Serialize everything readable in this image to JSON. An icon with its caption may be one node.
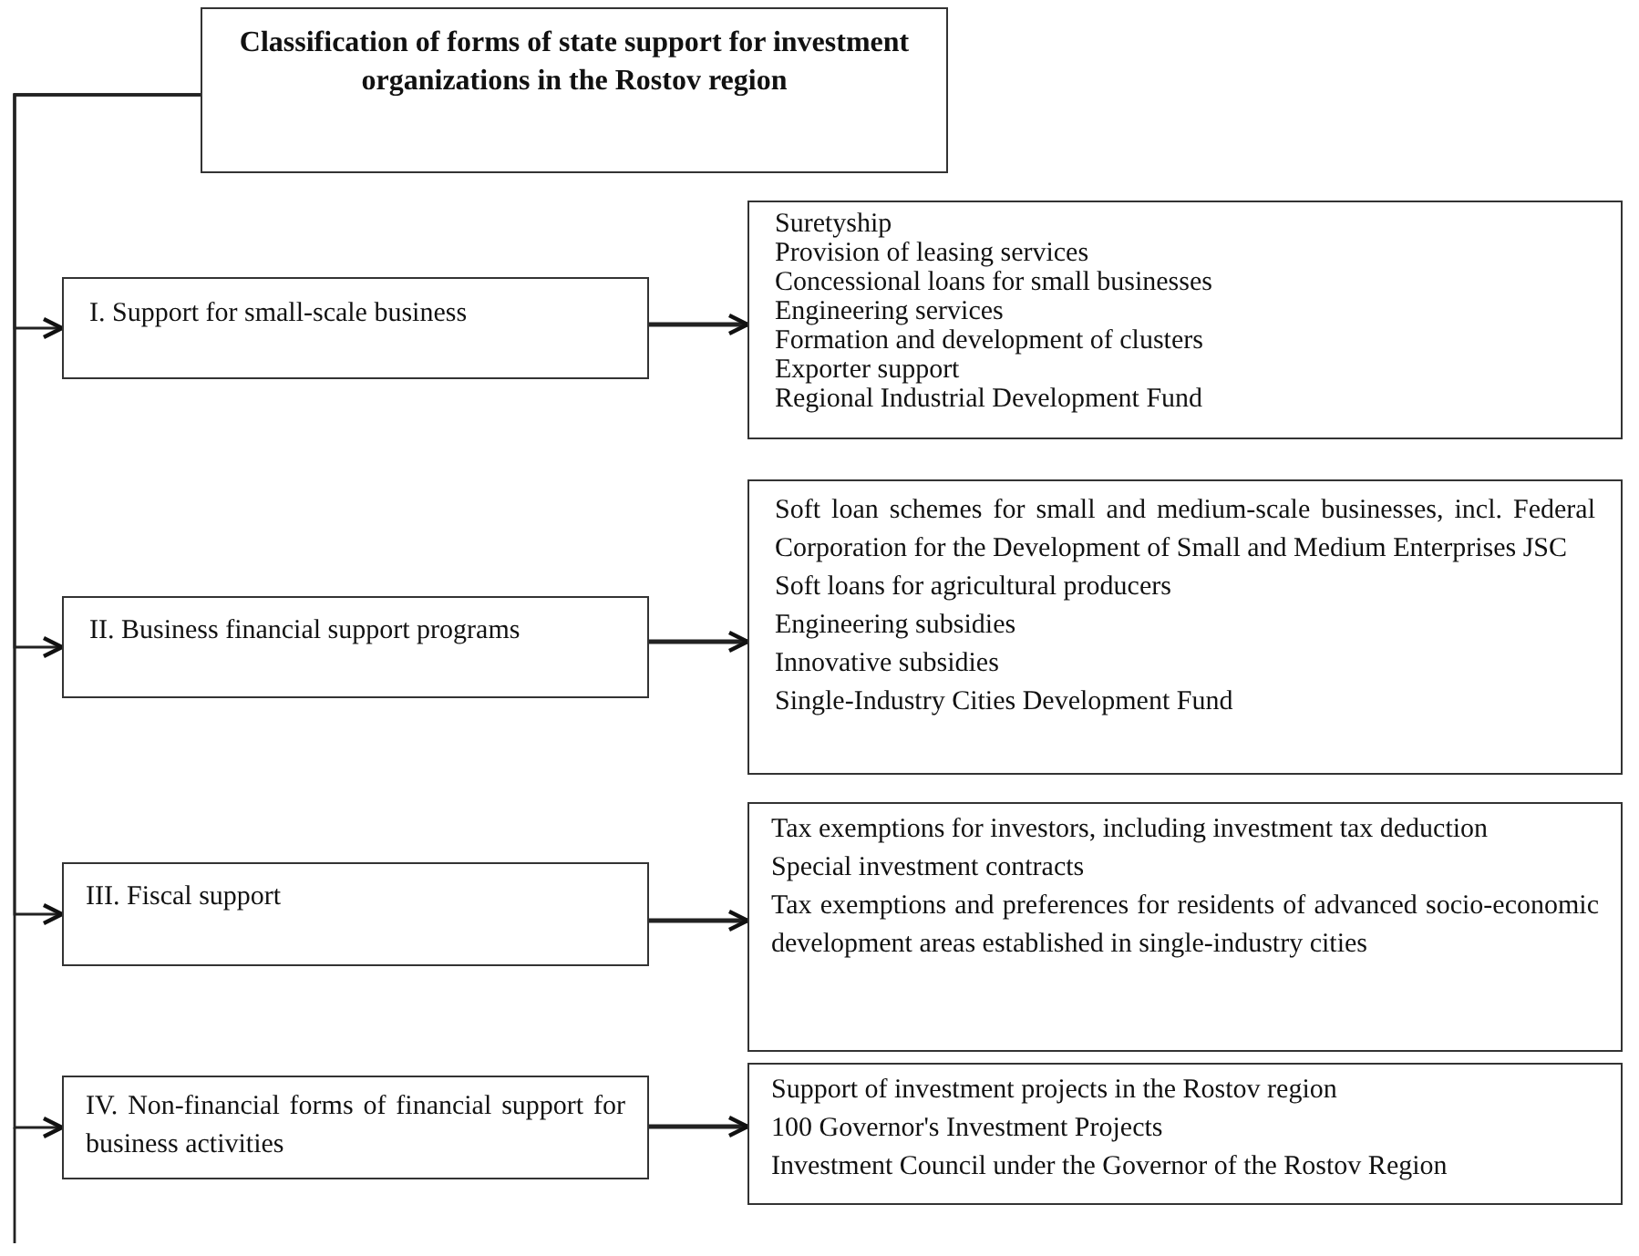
{
  "diagram": {
    "nodes": [
      {
        "text": [
          "Classification of forms of state support for investment organizations in the Rostov region"
        ]
      },
      {
        "text": [
          "I. Support for small-scale business"
        ]
      },
      {
        "text": [
          "Suretyship",
          "Provision of leasing services",
          "Concessional loans for small businesses",
          "Engineering services",
          "Formation and development of clusters",
          "Exporter support",
          "Regional Industrial Development Fund"
        ]
      },
      {
        "text": [
          "II. Business financial support programs"
        ]
      },
      {
        "text": [
          "Soft loan schemes for small and medium-scale businesses, incl. Federal Corporation for the Development of Small and Medium Enterprises JSC",
          "Soft loans for agricultural producers",
          "Engineering subsidies",
          "Innovative subsidies",
          "Single-Industry Cities Development Fund"
        ]
      },
      {
        "text": [
          "III. Fiscal support"
        ]
      },
      {
        "text": [
          "Tax exemptions for investors, including investment tax deduction",
          "Special investment contracts",
          "Tax exemptions and preferences for residents of advanced socio-economic development areas established in single-industry cities"
        ]
      },
      {
        "text": [
          "IV. Non-financial forms of financial support for business activities"
        ]
      },
      {
        "text": [
          "Support of investment projects in the Rostov region",
          "100 Governor's Investment Projects",
          "Investment Council under the Governor of the Rostov Region"
        ]
      }
    ],
    "edges": [
      {
        "from": 0,
        "to": 1,
        "arrow": "to"
      },
      {
        "from": 0,
        "to": 3,
        "arrow": "to"
      },
      {
        "from": 0,
        "to": 5,
        "arrow": "to"
      },
      {
        "from": 0,
        "to": 7,
        "arrow": "to"
      },
      {
        "from": 1,
        "to": 2,
        "arrow": "to"
      },
      {
        "from": 3,
        "to": 4,
        "arrow": "to"
      },
      {
        "from": 5,
        "to": 6,
        "arrow": "to"
      },
      {
        "from": 7,
        "to": 8,
        "arrow": "to"
      }
    ]
  }
}
